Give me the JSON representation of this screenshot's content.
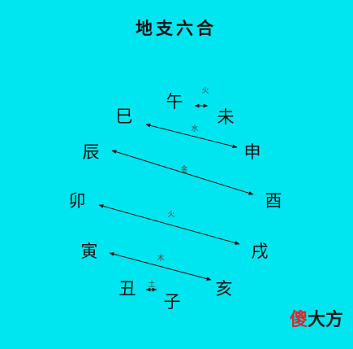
{
  "title": "地支六合",
  "branches": {
    "wu": "午",
    "wei": "未",
    "si": "巳",
    "shen": "申",
    "chen": "辰",
    "you": "酉",
    "mao": "卯",
    "xu": "戌",
    "yin": "寅",
    "hai": "亥",
    "chou": "丑",
    "zi": "子"
  },
  "combinations": [
    {
      "from": "午",
      "to": "未",
      "element": "火"
    },
    {
      "from": "巳",
      "to": "申",
      "element": "水"
    },
    {
      "from": "辰",
      "to": "酉",
      "element": "金"
    },
    {
      "from": "卯",
      "to": "戌",
      "element": "火"
    },
    {
      "from": "寅",
      "to": "亥",
      "element": "木"
    },
    {
      "from": "丑",
      "to": "子",
      "element": "土"
    }
  ],
  "watermark": {
    "part1": "傻",
    "part2": "大方"
  },
  "colors": {
    "background": "#00e6f0",
    "text": "#111111",
    "watermark_accent": "#e0252b"
  }
}
